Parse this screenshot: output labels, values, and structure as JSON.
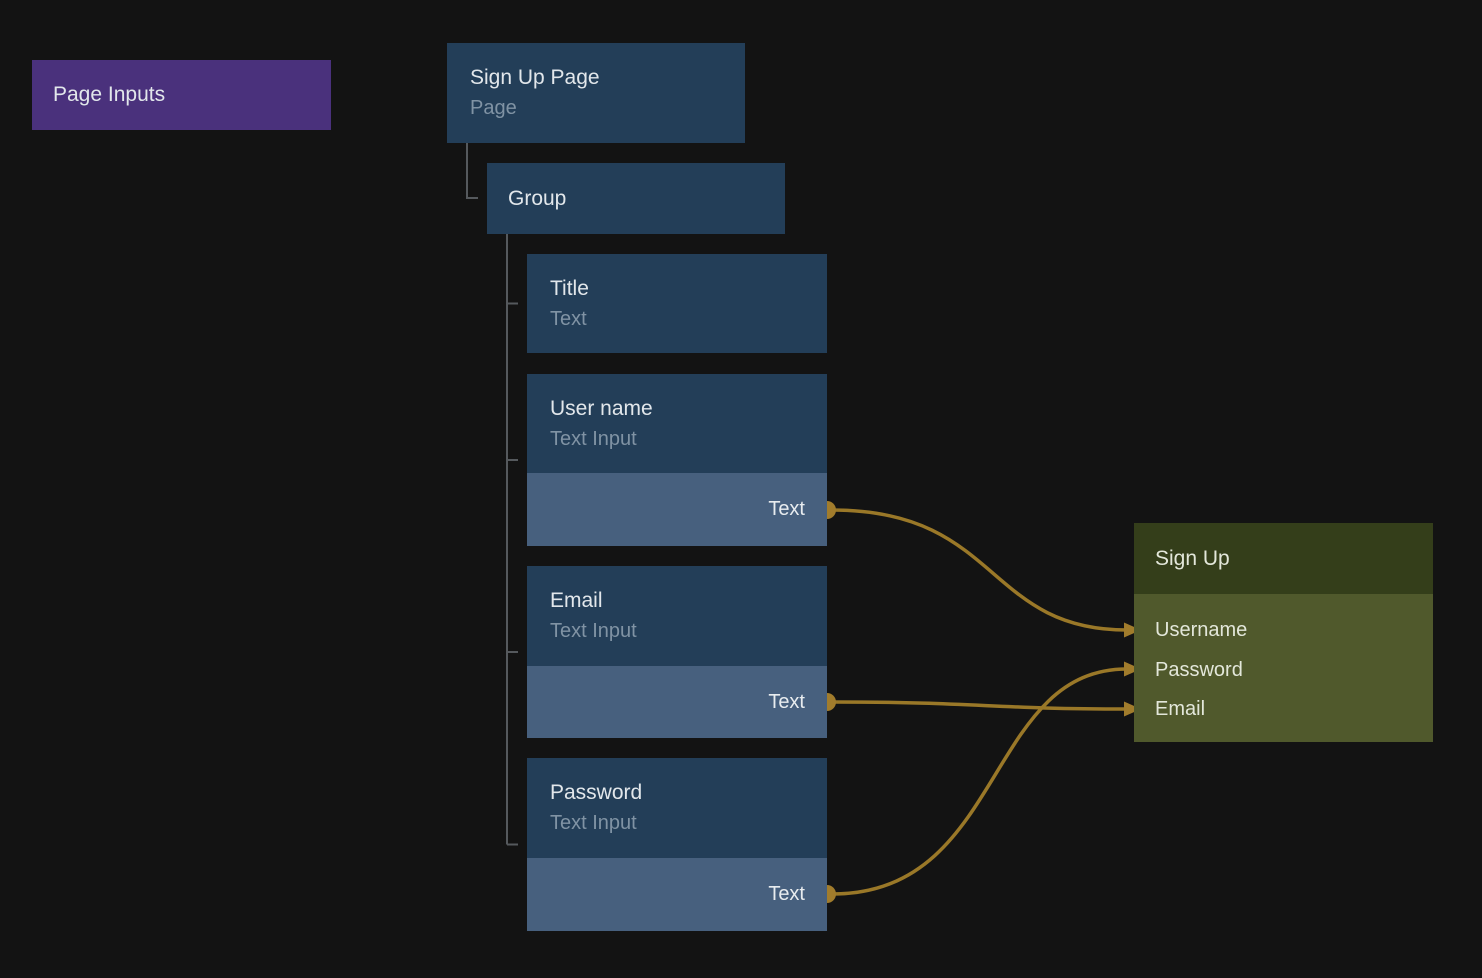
{
  "colors": {
    "background": "#131313",
    "node_purple": "#4A317C",
    "node_blue_header": "#233E58",
    "node_blue_body": "#47607E",
    "node_green_header": "#343E1A",
    "node_green_body": "#50592C",
    "wire": "#9A7828",
    "port": "#A17C2C",
    "tree_line": "#55595D",
    "text_primary": "#E2E7EB",
    "text_secondary": "#8093A4",
    "text_port": "#E8ECEF",
    "text_green": "#E3E7DA"
  },
  "nodes": {
    "page_inputs": {
      "title": "Page Inputs"
    },
    "sign_up_page": {
      "title": "Sign Up Page",
      "subtitle": "Page"
    },
    "group": {
      "title": "Group"
    },
    "title_text": {
      "title": "Title",
      "subtitle": "Text"
    },
    "user_name": {
      "title": "User name",
      "subtitle": "Text Input",
      "output_port": "Text"
    },
    "email": {
      "title": "Email",
      "subtitle": "Text Input",
      "output_port": "Text"
    },
    "password": {
      "title": "Password",
      "subtitle": "Text Input",
      "output_port": "Text"
    },
    "sign_up": {
      "title": "Sign Up",
      "inputs": [
        {
          "label": "Username"
        },
        {
          "label": "Password"
        },
        {
          "label": "Email"
        }
      ]
    }
  },
  "connections": [
    {
      "from": "User name / Text",
      "to": "Sign Up / Username"
    },
    {
      "from": "Email / Text",
      "to": "Sign Up / Email"
    },
    {
      "from": "Password / Text",
      "to": "Sign Up / Password"
    }
  ]
}
